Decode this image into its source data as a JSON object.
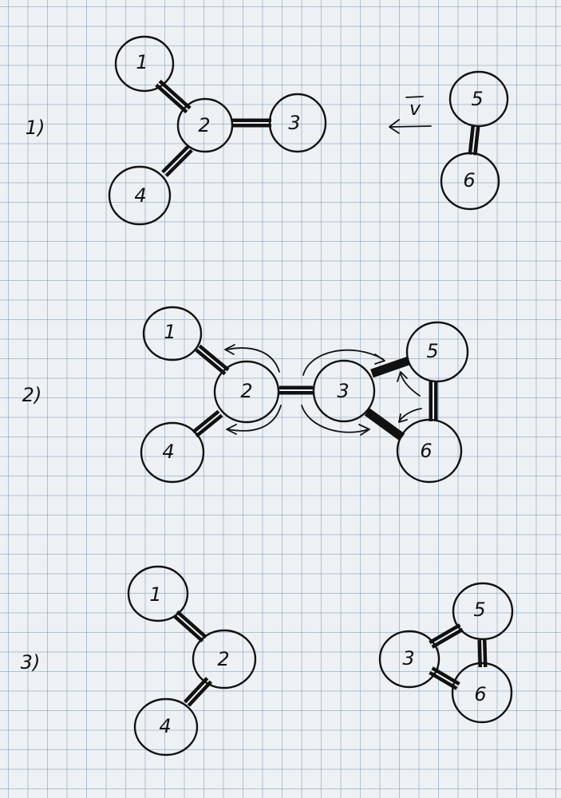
{
  "steps": [
    {
      "label": "1)",
      "atoms": [
        "1",
        "2",
        "3",
        "4",
        "5",
        "6"
      ],
      "bonds": [
        [
          "1",
          "2"
        ],
        [
          "2",
          "3"
        ],
        [
          "2",
          "4"
        ],
        [
          "5",
          "6"
        ]
      ],
      "velocity_label": "v"
    },
    {
      "label": "2)",
      "atoms": [
        "1",
        "2",
        "3",
        "4",
        "5",
        "6"
      ],
      "bonds": [
        [
          "1",
          "2"
        ],
        [
          "2",
          "3"
        ],
        [
          "2",
          "4"
        ],
        [
          "3",
          "5"
        ],
        [
          "5",
          "6"
        ],
        [
          "3",
          "6"
        ]
      ]
    },
    {
      "label": "3)",
      "atoms": [
        "1",
        "2",
        "4",
        "3",
        "5",
        "6"
      ],
      "bonds": [
        [
          "1",
          "2"
        ],
        [
          "2",
          "4"
        ],
        [
          "3",
          "5"
        ],
        [
          "5",
          "6"
        ],
        [
          "3",
          "6"
        ]
      ]
    }
  ]
}
